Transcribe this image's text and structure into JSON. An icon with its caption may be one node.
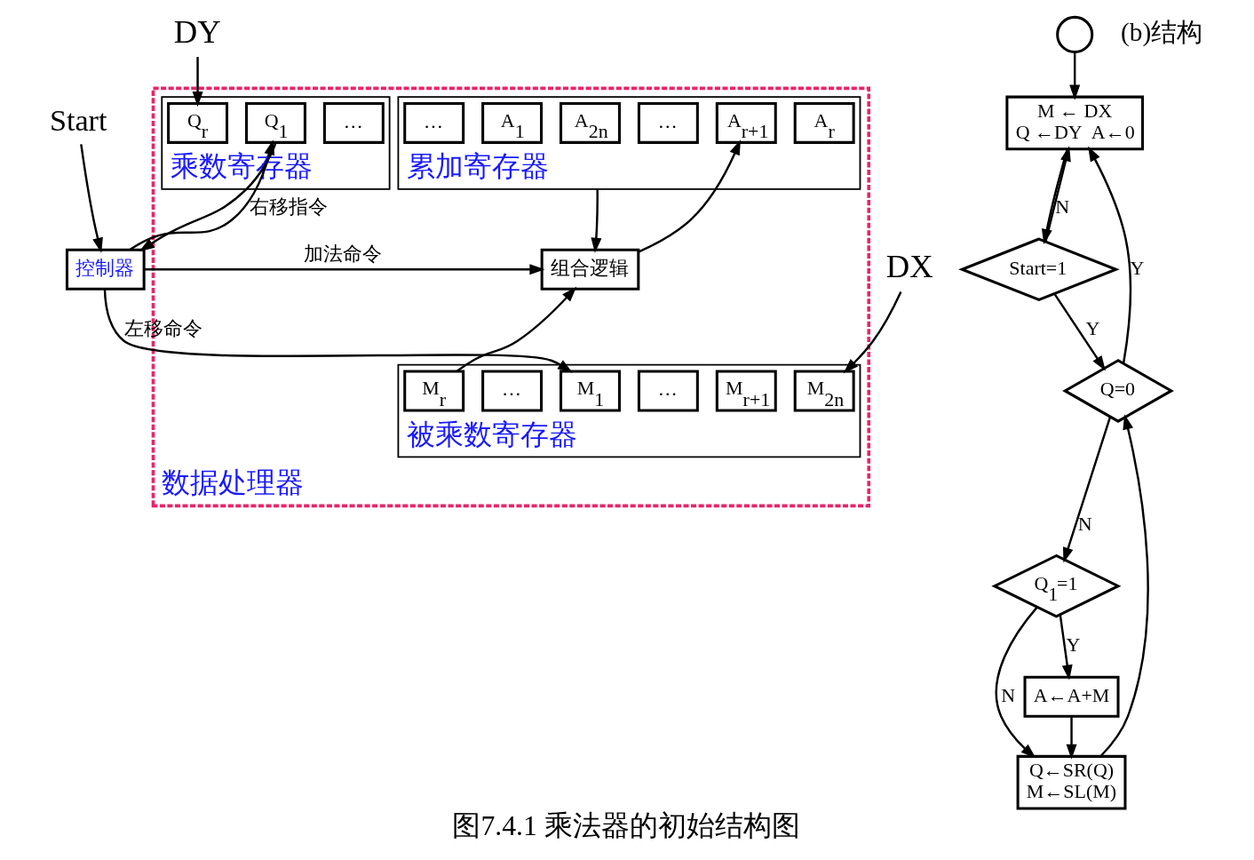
{
  "diagram": {
    "caption": "图7.4.1 乘法器的初始结构图",
    "nodes": [
      {
        "text": [
          "数据处理器"
        ]
      },
      {
        "text": [
          "累加寄存器"
        ],
        "in": 0
      },
      {
        "text": [
          "A$_{2n}$"
        ],
        "in": 1
      },
      {
        "text": [
          "…"
        ],
        "in": 1
      },
      {
        "text": [
          "A$_{r+1}$"
        ],
        "in": 1
      },
      {
        "text": [
          "A$_{r}$"
        ],
        "in": 1
      },
      {
        "text": [
          "…"
        ],
        "in": 1
      },
      {
        "text": [
          "A$_{1}$"
        ],
        "in": 1
      },
      {
        "text": [
          "乘数寄存器"
        ],
        "in": 0
      },
      {
        "text": [
          "Q$_{r}$"
        ],
        "in": 8
      },
      {
        "text": [
          "…"
        ],
        "in": 8
      },
      {
        "text": [
          "Q$_{1}$"
        ],
        "in": 8
      },
      {
        "text": [
          "组合逻辑"
        ],
        "in": 0
      },
      {
        "text": [
          "被乘数寄存器"
        ],
        "in": 0
      },
      {
        "text": [
          "M$_{2n}$"
        ],
        "in": 13
      },
      {
        "text": [
          "…"
        ],
        "in": 13
      },
      {
        "text": [
          "M$_{r+1}$"
        ],
        "in": 13
      },
      {
        "text": [
          "M$_{r}$"
        ],
        "in": 13
      },
      {
        "text": [
          "…"
        ],
        "in": 13
      },
      {
        "text": [
          "M$_{1}$"
        ],
        "in": 13
      },
      {
        "text": [
          "控制器"
        ]
      },
      {
        "text": [
          "DY"
        ]
      },
      {
        "text": [
          "DX"
        ]
      },
      {
        "text": [
          "Start"
        ]
      },
      {
        "text": [],
        "shape": "circle"
      },
      {
        "text": [
          "M ← DX",
          "Q ←DY  A←0"
        ]
      },
      {
        "text": [
          "Start=1"
        ]
      },
      {
        "text": [
          "Q=0"
        ]
      },
      {
        "text": [
          "Q$_{1}$=1"
        ]
      },
      {
        "text": [
          "Q←SR(Q)",
          "M←SL(M)"
        ]
      },
      {
        "text": [
          "A←A+M"
        ]
      }
    ],
    "edges": [
      {
        "from": 21,
        "to": 9,
        "arrow": "to"
      },
      {
        "from": 12,
        "to": 4,
        "arrow": "to"
      },
      {
        "from": 1,
        "to": 12,
        "arrow": "to"
      },
      {
        "from": 17,
        "to": 12,
        "arrow": "to"
      },
      {
        "from": 20,
        "to": 12,
        "arrow": "to",
        "label": "加法命令"
      },
      {
        "from": 20,
        "to": 19,
        "arrow": "to",
        "label": "左移命令"
      },
      {
        "from": 11,
        "to": 20,
        "arrow": "to"
      },
      {
        "from": 20,
        "to": 11,
        "arrow": "to",
        "label": "右移指令"
      },
      {
        "from": 23,
        "to": 20,
        "arrow": "to"
      },
      {
        "from": 22,
        "to": 14,
        "arrow": "to"
      },
      {
        "from": 24,
        "to": 25,
        "arrow": "to"
      },
      {
        "from": 25,
        "to": 26,
        "arrow": "to"
      },
      {
        "from": 26,
        "to": 25,
        "arrow": "to",
        "label": "N"
      },
      {
        "from": 26,
        "to": 27,
        "arrow": "to",
        "label": "Y"
      },
      {
        "from": 27,
        "to": 25,
        "arrow": "to",
        "label": "Y"
      },
      {
        "from": 27,
        "to": 28,
        "arrow": "to",
        "label": "N"
      },
      {
        "from": 28,
        "to": 29,
        "arrow": "to",
        "label": "N"
      },
      {
        "from": 28,
        "to": 30,
        "arrow": "to",
        "label": "Y"
      },
      {
        "from": 29,
        "to": 27,
        "arrow": "to"
      },
      {
        "from": 30,
        "to": 29,
        "arrow": "to"
      }
    ],
    "labels": [
      "(b)结构"
    ]
  }
}
